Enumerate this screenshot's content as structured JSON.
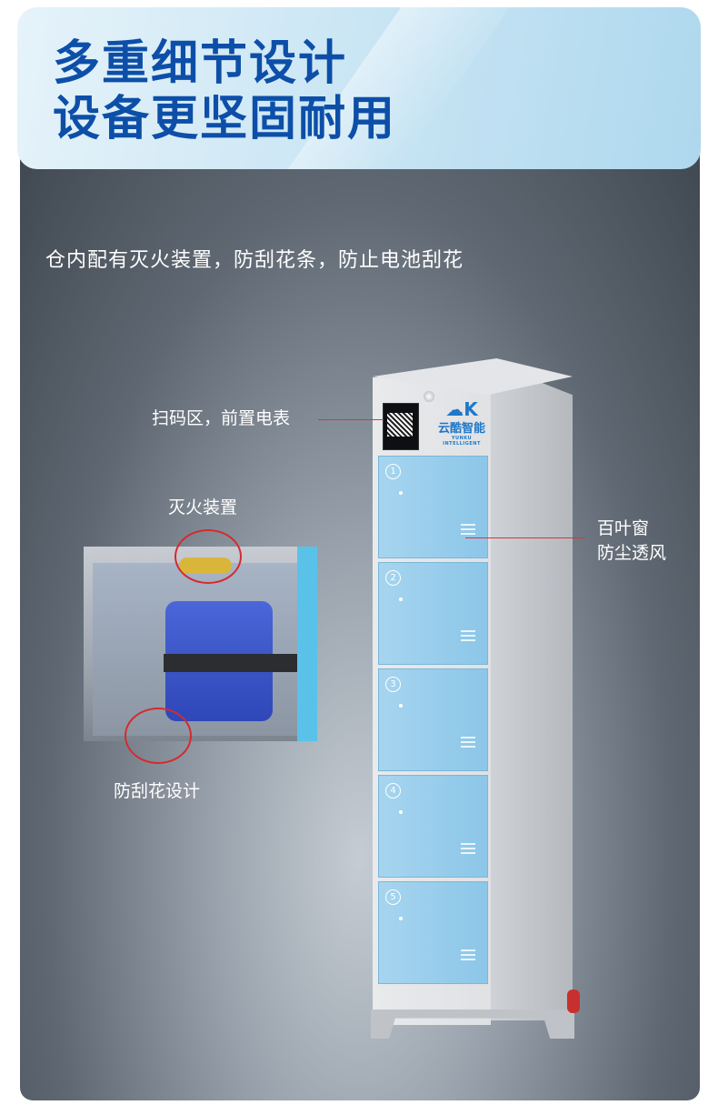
{
  "header": {
    "line1": "多重细节设计",
    "line2": "设备更坚固耐用"
  },
  "subtitle": "仓内配有灭火装置，防刮花条，防止电池刮花",
  "callouts": {
    "scan": "扫码区，前置电表",
    "fire": "灭火装置",
    "scratch": "防刮花设计",
    "vent1": "百叶窗",
    "vent2": "防尘透风"
  },
  "cabinet": {
    "brand": "云酷智能",
    "brand_en": "YUNKU INTELLIGENT",
    "doors": [
      "1",
      "2",
      "3",
      "4",
      "5"
    ]
  },
  "colors": {
    "title": "#0d4fa8",
    "door": "#a6d5ef",
    "callout_line": "#d2393f"
  }
}
